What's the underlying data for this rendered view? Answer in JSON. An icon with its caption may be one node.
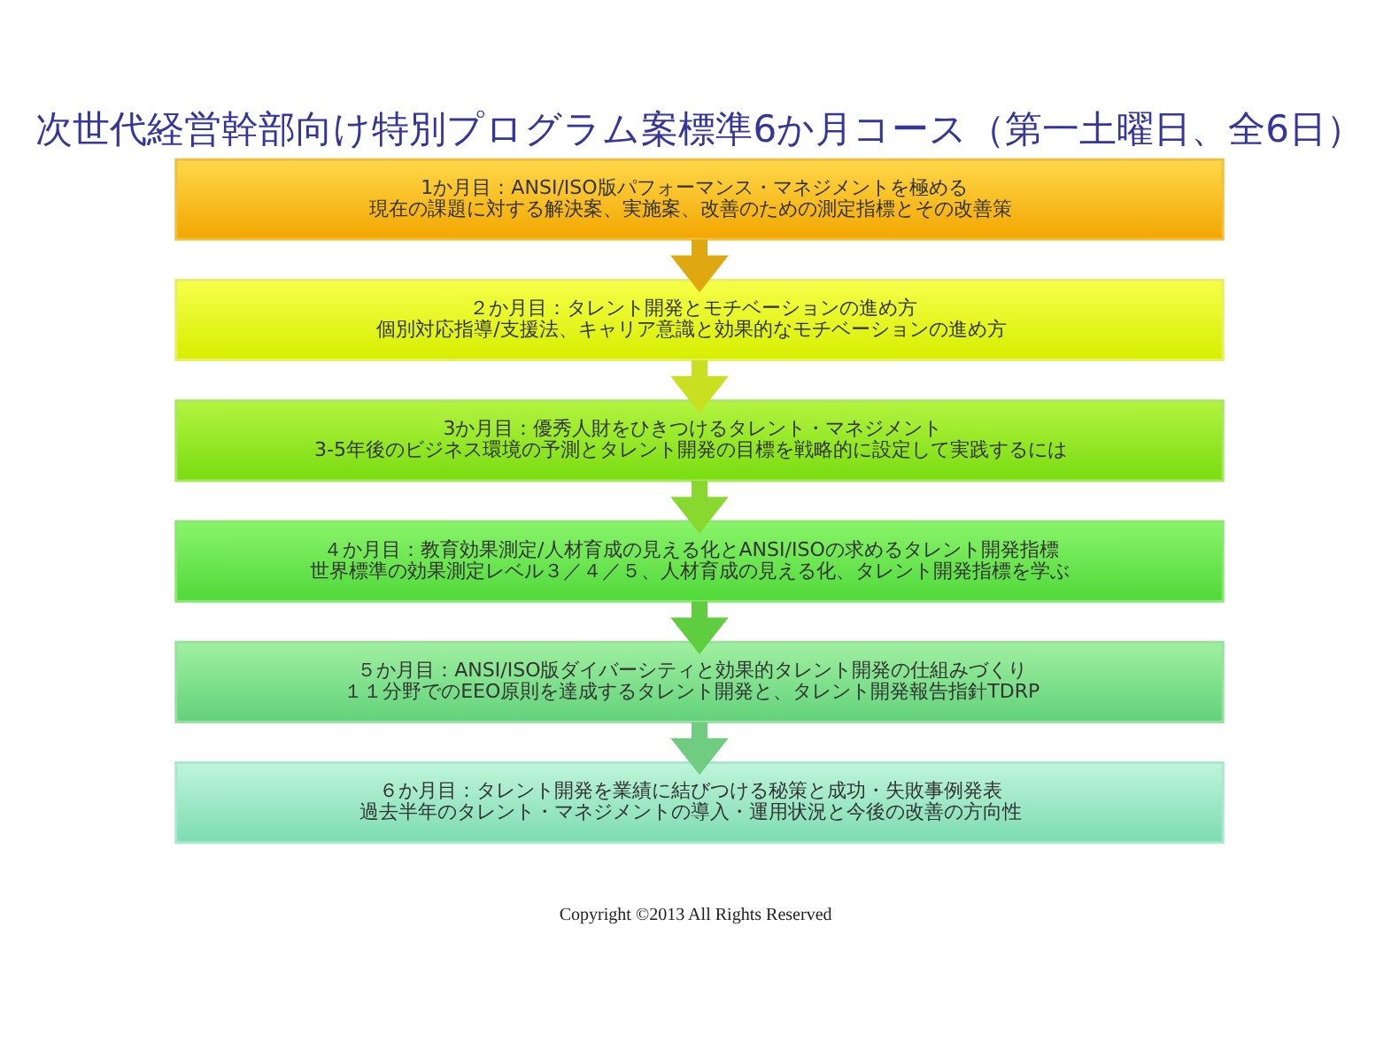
{
  "diagram": {
    "title": "次世代経営幹部向け特別プログラム案標準6か月コース（第一土曜日、全6日）",
    "nodes": [
      {
        "text": [
          "1か月目：ANSI/ISO版パフォーマンス・マネジメントを極める",
          "現在の課題に対する解決案、実施案、改善のための測定指標とその改善策"
        ]
      },
      {
        "text": [
          "２か月目：タレント開発とモチベーションの進め方",
          "個別対応指導/支援法、キャリア意識と効果的なモチベーションの進め方"
        ]
      },
      {
        "text": [
          "3か月目：優秀人財をひきつけるタレント・マネジメント",
          "3-5年後のビジネス環境の予測とタレント開発の目標を戦略的に設定して実践するには"
        ]
      },
      {
        "text": [
          "４か月目：教育効果測定/人材育成の見える化とANSI/ISOの求めるタレント開発指標",
          "世界標準の効果測定レベル３／４／５、人材育成の見える化、タレント開発指標を学ぶ"
        ]
      },
      {
        "text": [
          "５か月目：ANSI/ISO版ダイバーシティと効果的タレント開発の仕組みづくり",
          "１１分野でのEEO原則を達成するタレント開発と、タレント開発報告指針TDRP"
        ]
      },
      {
        "text": [
          "６か月目：タレント開発を業績に結びつける秘策と成功・失敗事例発表",
          "過去半年のタレント・マネジメントの導入・運用状況と今後の改善の方向性"
        ]
      }
    ],
    "edges": [
      {
        "from": 0,
        "to": 1,
        "arrow": "to",
        "color": "#e0a810"
      },
      {
        "from": 1,
        "to": 2,
        "arrow": "to",
        "color": "#c8e020"
      },
      {
        "from": 2,
        "to": 3,
        "arrow": "to",
        "color": "#88d830"
      },
      {
        "from": 3,
        "to": 4,
        "arrow": "to",
        "color": "#60cc40"
      },
      {
        "from": 4,
        "to": 5,
        "arrow": "to",
        "color": "#70cc80"
      }
    ],
    "labels": [
      "Copyright ©2013 All Rights Reserved"
    ]
  }
}
